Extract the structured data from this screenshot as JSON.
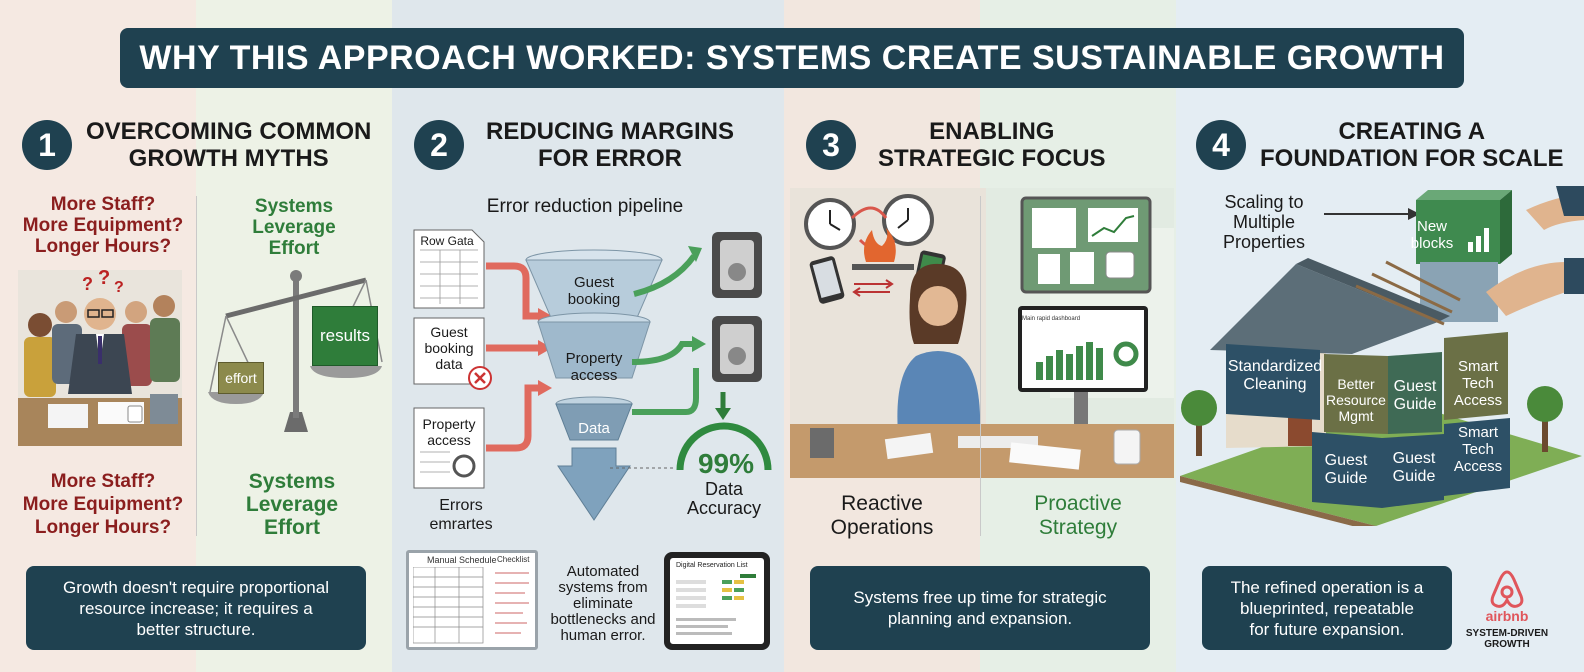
{
  "title": "WHY THIS APPROACH WORKED: SYSTEMS CREATE SUSTAINABLE GROWTH",
  "colors": {
    "navy": "#1f4150",
    "red": "#8b1e1e",
    "green": "#2f7d3a",
    "box_green": "#3f7d4f",
    "box_navy": "#2d5066",
    "box_olive": "#6b7046"
  },
  "sections": [
    {
      "number": "1",
      "title_l1": "OVERCOMING COMMON",
      "title_l2": "GROWTH MYTHS"
    },
    {
      "number": "2",
      "title_l1": "REDUCING MARGINS",
      "title_l2": "FOR ERROR"
    },
    {
      "number": "3",
      "title_l1": "ENABLING",
      "title_l2": "STRATEGIC FOCUS"
    },
    {
      "number": "4",
      "title_l1": "CREATING A",
      "title_l2": "FOUNDATION FOR SCALE"
    }
  ],
  "s1": {
    "myth_top": [
      "More Staff?",
      "More Equipment?",
      "Longer Hours?"
    ],
    "lever_top": [
      "Systems",
      "Leverage",
      "Effort"
    ],
    "myth_bottom": [
      "More Staff?",
      "More Equipment?",
      "Longer Hours?"
    ],
    "lever_bottom": [
      "Systems",
      "Leverage",
      "Effort"
    ],
    "scale_results": "results",
    "scale_effort": "effort",
    "caption": [
      "Growth doesn't require proportional",
      "resource increase; it requires a",
      "better structure."
    ]
  },
  "s2": {
    "pipeline_title": "Error reduction pipeline",
    "doc_row_data": "Row Gata",
    "doc_guest_booking": [
      "Guest",
      "booking",
      "data"
    ],
    "doc_property_access": [
      "Property",
      "access"
    ],
    "funnel_guest_booking": [
      "Guest",
      "booking"
    ],
    "funnel_property_access": [
      "Property",
      "access"
    ],
    "funnel_data": "Data",
    "errors_label": [
      "Errors",
      "emrartes"
    ],
    "accuracy_value": "99%",
    "accuracy_label": [
      "Data",
      "Accuracy"
    ],
    "whiteboard_title": "Manual Schedule",
    "whiteboard_checklist": "Checklist",
    "auto_text": [
      "Automated",
      "systems from",
      "eliminate",
      "bottlenecks and",
      "human error."
    ],
    "tablet_title": "Digital Reservation List"
  },
  "s3": {
    "left_label": [
      "Reactive",
      "Operations"
    ],
    "right_label": [
      "Proactive",
      "Strategy"
    ],
    "monitor_title": "Main rapid dashboard",
    "caption": [
      "Systems free up time for strategic",
      "planning and expansion."
    ]
  },
  "s4": {
    "scaling_label": [
      "Scaling to",
      "Multiple",
      "Properties"
    ],
    "new_blocks": [
      "New",
      "blocks"
    ],
    "blocks": [
      {
        "text": [
          "Standardized",
          "Cleaning"
        ]
      },
      {
        "text": [
          "Better",
          "Resource",
          "Mgmt"
        ]
      },
      {
        "text": [
          "Guest",
          "Guide"
        ]
      },
      {
        "text": [
          "Smart",
          "Tech",
          "Access"
        ]
      },
      {
        "text": [
          "Guest",
          "Guide"
        ]
      },
      {
        "text": [
          "Guest",
          "Guide"
        ]
      },
      {
        "text": [
          "Smart",
          "Tech",
          "Access"
        ]
      }
    ],
    "caption": [
      "The refined operation is a",
      "blueprinted, repeatable",
      "for future expansion."
    ],
    "brand": "airbnb",
    "brand_sub": [
      "SYSTEM-DRIVEN",
      "GROWTH"
    ]
  }
}
